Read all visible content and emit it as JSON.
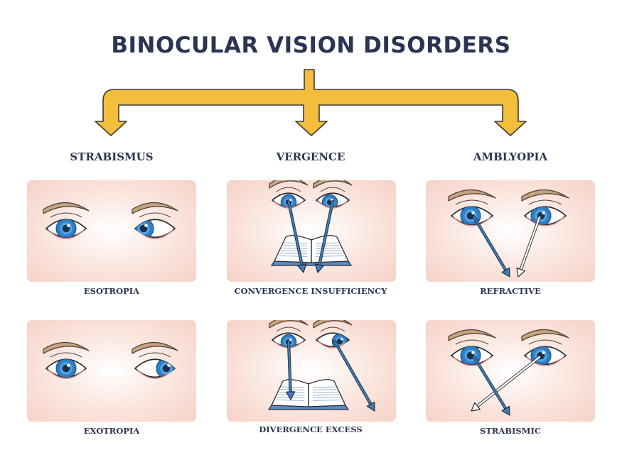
{
  "title": "BINOCULAR VISION DISORDERS",
  "categories": [
    {
      "label": "STRABISMUS",
      "panels": [
        {
          "caption": "ESOTROPIA"
        },
        {
          "caption": "EXOTROPIA"
        }
      ]
    },
    {
      "label": "VERGENCE",
      "panels": [
        {
          "caption": "CONVERGENCE INSUFFICIENCY"
        },
        {
          "caption": "DIVERGENCE EXCESS"
        }
      ]
    },
    {
      "label": "AMBLYOPIA",
      "panels": [
        {
          "caption": "REFRACTIVE"
        },
        {
          "caption": "STRABISMIC"
        }
      ]
    }
  ],
  "colors": {
    "heading": "#2b3452",
    "tree_arrow": "#f2be3c",
    "tree_outline": "#3a3a3a",
    "iris": "#2f7fc6",
    "eyebrow": "#c7a27e",
    "panel_bg": "#f6d2c6",
    "sight_arrow": "#3c7fc0"
  }
}
